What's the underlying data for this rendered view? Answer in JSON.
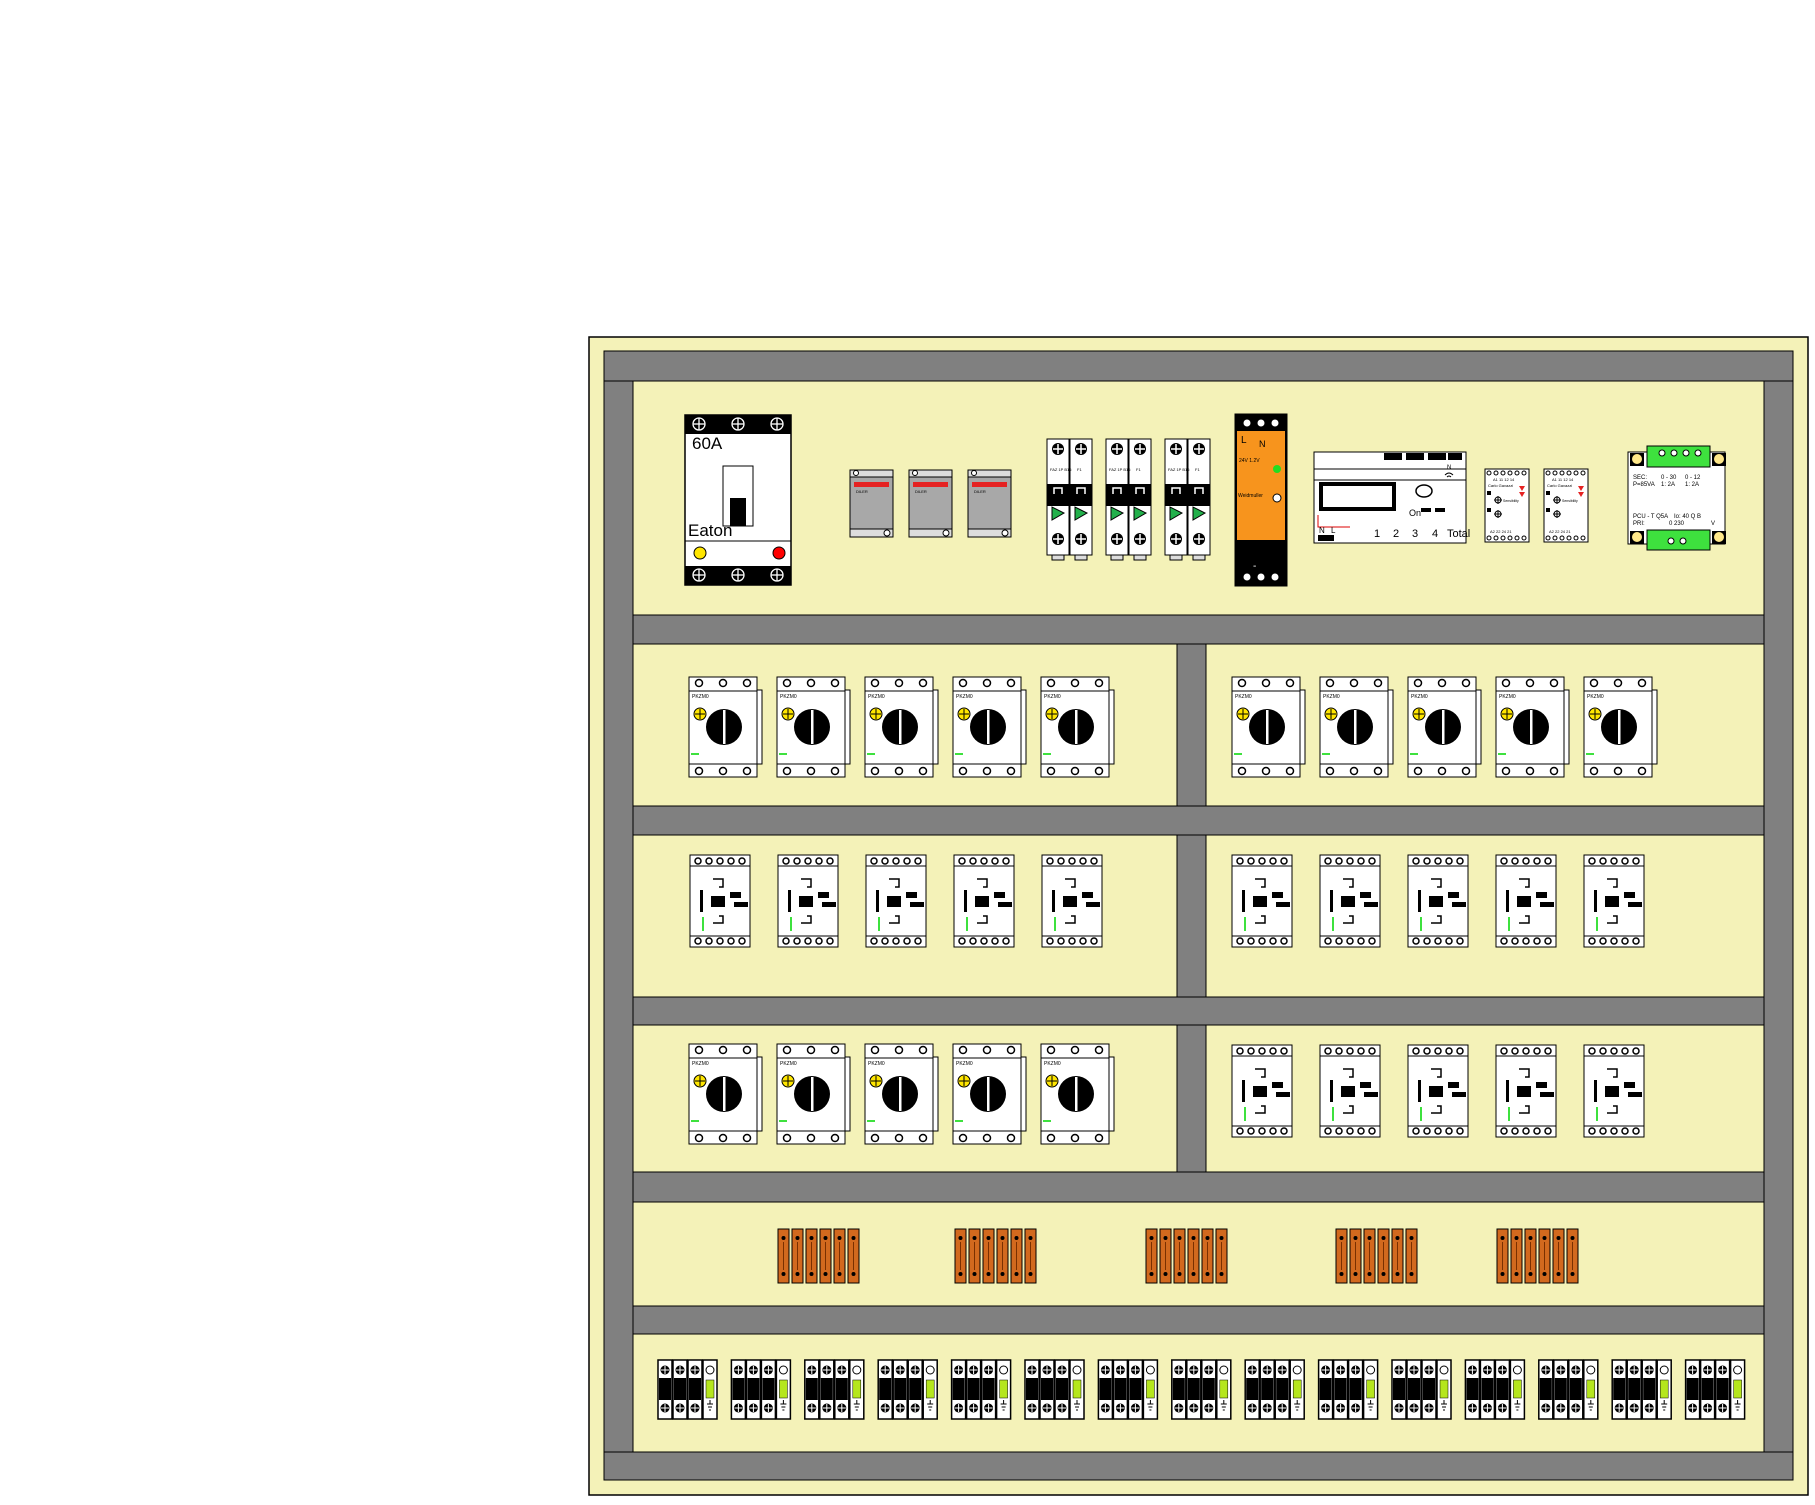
{
  "panel": {
    "main_breaker": {
      "rating": "60A",
      "brand": "Eaton"
    },
    "top_row": {
      "small_relays": [
        {
          "label": "DILER"
        },
        {
          "label": "DILER"
        },
        {
          "label": "DILER"
        }
      ],
      "mcbs": [
        {
          "left_label": "FAZ 1P B16",
          "right_label": "F1"
        },
        {
          "left_label": "FAZ 1P B16",
          "right_label": "F1"
        },
        {
          "left_label": "FAZ 1P B16",
          "right_label": "F1"
        }
      ],
      "power_supply": {
        "label_l": "L",
        "label_n": "N",
        "voltage": "24V 1.2V",
        "brand": "Weidmuller",
        "label_minus": "-"
      },
      "controller": {
        "label_n": "N",
        "label_l": "L",
        "label_on": "On",
        "channels": [
          "1",
          "2",
          "3",
          "4",
          "Total"
        ]
      },
      "monitor_relays": [
        {
          "top": "A1 11 12 14",
          "mid": "Carlo Gavazzi",
          "sub": "Sensibility",
          "bottom": "A2 22 24 21"
        },
        {
          "top": "A1 11 12 14",
          "mid": "Carlo Gavazzi",
          "sub": "Sensibility",
          "bottom": "A2 22 24 21"
        }
      ],
      "transformer": {
        "sec": "SEC:",
        "sec_v1": "0 - 30",
        "sec_v2": "0 - 12",
        "pri_rating": "P=85VA",
        "pri_i1": "1: 2A",
        "pri_i2": "1: 2A",
        "model": "PCU - T Q5A",
        "model_2": "Io: 40 Q B",
        "prim": "PRI:",
        "prim_v": "0   230",
        "unit": "V"
      }
    },
    "motor_protector_label": "PKZM0",
    "rows": [
      {
        "left": "motor_protectors",
        "right": "motor_protectors",
        "count_left": 5,
        "count_right": 5
      },
      {
        "left": "contactors",
        "right": "contactors",
        "count_left": 5,
        "count_right": 5
      },
      {
        "left": "motor_protectors",
        "right": "contactors",
        "count_left": 5,
        "count_right": 5
      }
    ],
    "terminal_groups": 5,
    "terminals_per_group": 6,
    "breaker_blocks": 15,
    "colors": {
      "panel_bg": "#f4f2b8",
      "rail": "#808080",
      "mcb_arrow": "#22b04b",
      "psu_orange": "#f7941d",
      "terminal": "#d2691e",
      "green_terminal": "#3ee13e",
      "yellow_knob": "#ffe600",
      "green_stripe": "#b5e61d"
    }
  }
}
